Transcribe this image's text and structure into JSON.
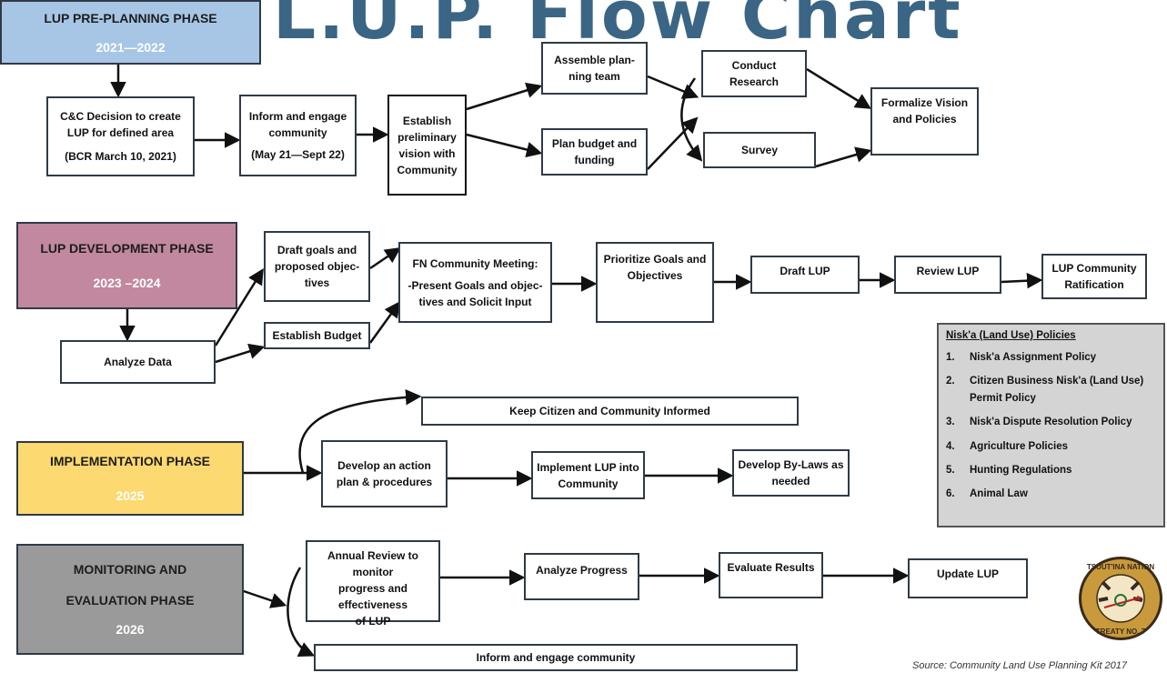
{
  "title": "L.U.P. Flow Chart",
  "colors": {
    "phase1": "#a7c6e6",
    "phase2": "#c2889f",
    "phase3": "#fcd971",
    "phase4": "#9a9a9a",
    "title": "#3b6584",
    "policies_bg": "#d4d4d4"
  },
  "phases": {
    "pre_planning": {
      "name": "LUP PRE-PLANNING PHASE",
      "years": "2021—2022"
    },
    "development": {
      "name": "LUP DEVELOPMENT PHASE",
      "years": "2023 –2024"
    },
    "implementation": {
      "name": "IMPLEMENTATION PHASE",
      "years": "2025"
    },
    "monitoring": {
      "name_line1": "MONITORING AND",
      "name_line2": "EVALUATION PHASE",
      "years": "2026"
    }
  },
  "row1": {
    "cc_decision": {
      "l1": "C&C Decision to create",
      "l2": "LUP for defined area",
      "l3": "(BCR March 10, 2021)"
    },
    "inform_engage": {
      "l1": "Inform and engage",
      "l2": "community",
      "l3": "(May 21—Sept 22)"
    },
    "establish_vision": {
      "l1": "Establish",
      "l2": "preliminary",
      "l3": "vision with",
      "l4": "Community"
    },
    "assemble_team": {
      "l1": "Assemble plan-",
      "l2": "ning team"
    },
    "plan_budget": {
      "l1": "Plan budget and",
      "l2": "funding"
    },
    "conduct_research": {
      "l1": "Conduct",
      "l2": "Research"
    },
    "survey": "Survey",
    "formalize": {
      "l1": "Formalize Vision",
      "l2": "and Policies"
    }
  },
  "row2": {
    "draft_goals": {
      "l1": "Draft goals and",
      "l2": "proposed objec-",
      "l3": "tives"
    },
    "establish_budget": "Establish Budget",
    "analyze_data": "Analyze Data",
    "fn_meeting": {
      "l1": "FN Community Meeting:",
      "l2": "-Present Goals and objec-",
      "l3": "tives and Solicit Input"
    },
    "prioritize": {
      "l1": "Prioritize Goals and",
      "l2": "Objectives"
    },
    "draft_lup": "Draft LUP",
    "review_lup": "Review LUP",
    "ratification": {
      "l1": "LUP Community",
      "l2": "Ratification"
    }
  },
  "row3": {
    "keep_informed": "Keep Citizen and Community Informed",
    "action_plan": {
      "l1": "Develop an action",
      "l2": "plan & procedures"
    },
    "implement": {
      "l1": "Implement LUP into",
      "l2": "Community"
    },
    "bylaws": {
      "l1": "Develop By-Laws as",
      "l2": "needed"
    }
  },
  "row4": {
    "annual_review": {
      "l1": "Annual Review to monitor",
      "l2": "progress and effectiveness",
      "l3": "of LUP"
    },
    "analyze_progress": "Analyze Progress",
    "evaluate": "Evaluate Results",
    "update": "Update LUP",
    "inform_engage": "Inform and engage community"
  },
  "policies": {
    "title": "Nisk'a (Land Use) Policies",
    "items": [
      {
        "num": "1.",
        "text": "Nisk'a Assignment Policy"
      },
      {
        "num": "2.",
        "text": "Citizen Business Nisk'a (Land Use) Permit Policy"
      },
      {
        "num": "3.",
        "text": "Nisk'a Dispute Resolution Policy"
      },
      {
        "num": "4.",
        "text": "Agriculture Policies"
      },
      {
        "num": "5.",
        "text": "Hunting Regulations"
      },
      {
        "num": "6.",
        "text": "Animal Law"
      }
    ]
  },
  "source": "Source: Community Land Use Planning Kit 2017",
  "seal": {
    "top_text": "TSUUT'INA NATION",
    "bottom_text": "TREATY NO. 7"
  }
}
